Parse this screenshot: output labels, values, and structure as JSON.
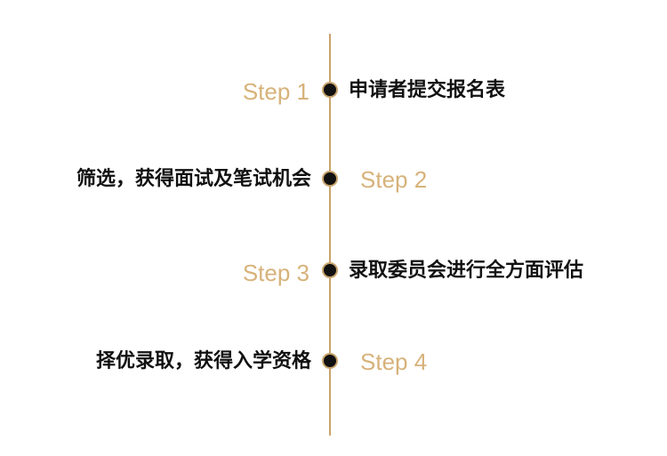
{
  "colors": {
    "accent": "#d7b27a",
    "line": "#c9a46c",
    "dot": "#111111",
    "text": "#111111"
  },
  "steps": [
    {
      "label": "Step 1",
      "text": "申请者提交报名表"
    },
    {
      "label": "Step 2",
      "text": "筛选，获得面试及笔试机会"
    },
    {
      "label": "Step 3",
      "text": "录取委员会进行全方面评估"
    },
    {
      "label": "Step 4",
      "text": "择优录取，获得入学资格"
    }
  ]
}
